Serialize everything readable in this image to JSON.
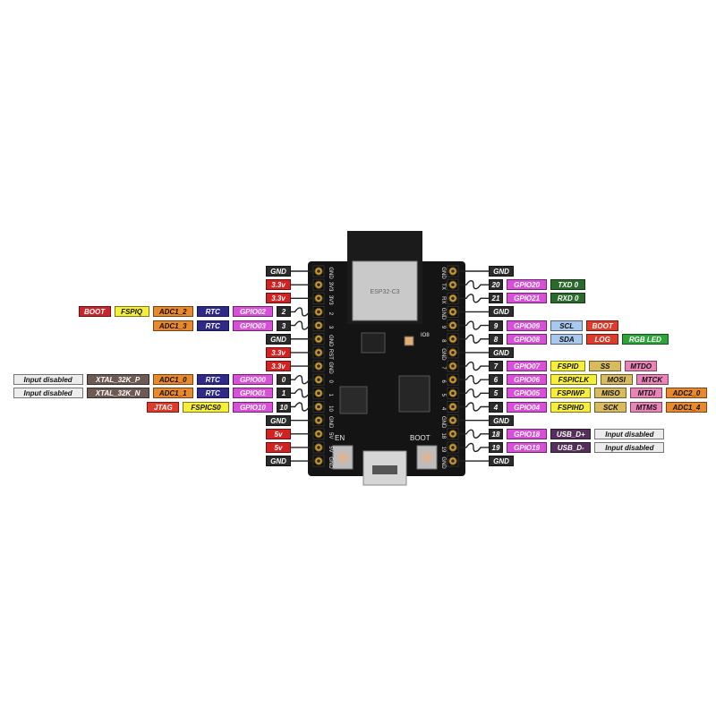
{
  "board": {
    "module_text": "ESP32-C3",
    "bottom_silk_left": "EN",
    "bottom_silk_right": "BOOT",
    "led_silk": "IO8",
    "left_silk": [
      "GND",
      "3V3",
      "3V3",
      "2",
      "3",
      "GND",
      "RST",
      "GND",
      "0",
      "1",
      "10",
      "GND",
      "5V",
      "5V",
      "GND"
    ],
    "right_silk": [
      "GND",
      "TX",
      "RX",
      "GND",
      "9",
      "8",
      "GND",
      "7",
      "6",
      "5",
      "4",
      "GND",
      "18",
      "19",
      "GND"
    ]
  },
  "colors": {
    "power": "#d32222",
    "gnd": "#2b2b2b",
    "gpio": "#d94fd9",
    "rtc": "#2f2a8a",
    "adc": "#e8892c",
    "yellow": "#f5ef3a",
    "tan": "#d8bb5e",
    "pink": "#ea84b8",
    "blue": "#a9c8ee",
    "green": "#2ea33c",
    "darkgreen": "#2a6a2c",
    "red": "#e03a2a",
    "gray": "#ececec",
    "brown": "#6e5a55",
    "usb": "#55305a",
    "boot": "#c9272b"
  },
  "left_pins": [
    {
      "wave": false,
      "labels": [
        {
          "text": "GND",
          "kind": "gnd"
        }
      ]
    },
    {
      "wave": false,
      "labels": [
        {
          "text": "3.3v",
          "kind": "power"
        }
      ]
    },
    {
      "wave": false,
      "labels": [
        {
          "text": "3.3v",
          "kind": "power"
        }
      ]
    },
    {
      "wave": true,
      "labels": [
        {
          "text": "2",
          "kind": "num"
        },
        {
          "text": "GPIO02",
          "kind": "gpio"
        },
        {
          "text": "RTC",
          "kind": "rtc"
        },
        {
          "text": "ADC1_2",
          "kind": "adc"
        },
        {
          "text": "FSPIQ",
          "kind": "yellow"
        },
        {
          "text": "BOOT",
          "kind": "boot"
        }
      ]
    },
    {
      "wave": true,
      "labels": [
        {
          "text": "3",
          "kind": "num"
        },
        {
          "text": "GPIO03",
          "kind": "gpio"
        },
        {
          "text": "RTC",
          "kind": "rtc"
        },
        {
          "text": "ADC1_3",
          "kind": "adc"
        }
      ]
    },
    {
      "wave": false,
      "labels": [
        {
          "text": "GND",
          "kind": "gnd"
        }
      ]
    },
    {
      "wave": false,
      "labels": [
        {
          "text": "3.3v",
          "kind": "power"
        }
      ]
    },
    {
      "wave": false,
      "labels": [
        {
          "text": "3.3v",
          "kind": "power"
        }
      ]
    },
    {
      "wave": true,
      "labels": [
        {
          "text": "0",
          "kind": "num"
        },
        {
          "text": "GPIO00",
          "kind": "gpio"
        },
        {
          "text": "RTC",
          "kind": "rtc"
        },
        {
          "text": "ADC1_0",
          "kind": "adc"
        },
        {
          "text": "XTAL_32K_P",
          "kind": "brown"
        },
        {
          "text": "Input disabled",
          "kind": "gray"
        }
      ]
    },
    {
      "wave": true,
      "labels": [
        {
          "text": "1",
          "kind": "num"
        },
        {
          "text": "GPIO01",
          "kind": "gpio"
        },
        {
          "text": "RTC",
          "kind": "rtc"
        },
        {
          "text": "ADC1_1",
          "kind": "adc"
        },
        {
          "text": "XTAL_32K_N",
          "kind": "brown"
        },
        {
          "text": "Input disabled",
          "kind": "gray"
        }
      ]
    },
    {
      "wave": true,
      "labels": [
        {
          "text": "10",
          "kind": "num"
        },
        {
          "text": "GPIO10",
          "kind": "gpio"
        },
        {
          "text": "FSPICS0",
          "kind": "yellow"
        },
        {
          "text": "JTAG",
          "kind": "red"
        }
      ]
    },
    {
      "wave": false,
      "labels": [
        {
          "text": "GND",
          "kind": "gnd"
        }
      ]
    },
    {
      "wave": false,
      "labels": [
        {
          "text": "5v",
          "kind": "power"
        }
      ]
    },
    {
      "wave": false,
      "labels": [
        {
          "text": "5v",
          "kind": "power"
        }
      ]
    },
    {
      "wave": false,
      "labels": [
        {
          "text": "GND",
          "kind": "gnd"
        }
      ]
    }
  ],
  "right_pins": [
    {
      "wave": false,
      "labels": [
        {
          "text": "GND",
          "kind": "gnd"
        }
      ]
    },
    {
      "wave": true,
      "labels": [
        {
          "text": "20",
          "kind": "num"
        },
        {
          "text": "GPIO20",
          "kind": "gpio"
        },
        {
          "text": "TXD 0",
          "kind": "darkgreen"
        }
      ]
    },
    {
      "wave": true,
      "labels": [
        {
          "text": "21",
          "kind": "num"
        },
        {
          "text": "GPIO21",
          "kind": "gpio"
        },
        {
          "text": "RXD 0",
          "kind": "darkgreen"
        }
      ]
    },
    {
      "wave": false,
      "labels": [
        {
          "text": "GND",
          "kind": "gnd"
        }
      ]
    },
    {
      "wave": true,
      "labels": [
        {
          "text": "9",
          "kind": "num"
        },
        {
          "text": "GPIO09",
          "kind": "gpio"
        },
        {
          "text": "SCL",
          "kind": "blue"
        },
        {
          "text": "BOOT",
          "kind": "red"
        }
      ]
    },
    {
      "wave": true,
      "labels": [
        {
          "text": "8",
          "kind": "num"
        },
        {
          "text": "GPIO08",
          "kind": "gpio"
        },
        {
          "text": "SDA",
          "kind": "blue"
        },
        {
          "text": "LOG",
          "kind": "red"
        },
        {
          "text": "RGB LED",
          "kind": "green"
        }
      ]
    },
    {
      "wave": false,
      "labels": [
        {
          "text": "GND",
          "kind": "gnd"
        }
      ]
    },
    {
      "wave": true,
      "labels": [
        {
          "text": "7",
          "kind": "num"
        },
        {
          "text": "GPIO07",
          "kind": "gpio"
        },
        {
          "text": "FSPID",
          "kind": "yellow"
        },
        {
          "text": "SS",
          "kind": "tan"
        },
        {
          "text": "MTDO",
          "kind": "pink"
        }
      ]
    },
    {
      "wave": true,
      "labels": [
        {
          "text": "6",
          "kind": "num"
        },
        {
          "text": "GPIO06",
          "kind": "gpio"
        },
        {
          "text": "FSPICLK",
          "kind": "yellow"
        },
        {
          "text": "MOSI",
          "kind": "tan"
        },
        {
          "text": "MTCK",
          "kind": "pink"
        }
      ]
    },
    {
      "wave": true,
      "labels": [
        {
          "text": "5",
          "kind": "num"
        },
        {
          "text": "GPIO05",
          "kind": "gpio"
        },
        {
          "text": "FSPIWP",
          "kind": "yellow"
        },
        {
          "text": "MISO",
          "kind": "tan"
        },
        {
          "text": "MTDI",
          "kind": "pink"
        },
        {
          "text": "ADC2_0",
          "kind": "adc"
        }
      ]
    },
    {
      "wave": true,
      "labels": [
        {
          "text": "4",
          "kind": "num"
        },
        {
          "text": "GPIO04",
          "kind": "gpio"
        },
        {
          "text": "FSPIHD",
          "kind": "yellow"
        },
        {
          "text": "SCK",
          "kind": "tan"
        },
        {
          "text": "MTMS",
          "kind": "pink"
        },
        {
          "text": "ADC1_4",
          "kind": "adc"
        }
      ]
    },
    {
      "wave": false,
      "labels": [
        {
          "text": "GND",
          "kind": "gnd"
        }
      ]
    },
    {
      "wave": true,
      "labels": [
        {
          "text": "18",
          "kind": "num"
        },
        {
          "text": "GPIO18",
          "kind": "gpio"
        },
        {
          "text": "USB_D+",
          "kind": "usb"
        },
        {
          "text": "Input disabled",
          "kind": "gray"
        }
      ]
    },
    {
      "wave": true,
      "labels": [
        {
          "text": "19",
          "kind": "num"
        },
        {
          "text": "GPIO19",
          "kind": "gpio"
        },
        {
          "text": "USB_D-",
          "kind": "usb"
        },
        {
          "text": "Input disabled",
          "kind": "gray"
        }
      ]
    },
    {
      "wave": false,
      "labels": [
        {
          "text": "GND",
          "kind": "gnd"
        }
      ]
    }
  ]
}
